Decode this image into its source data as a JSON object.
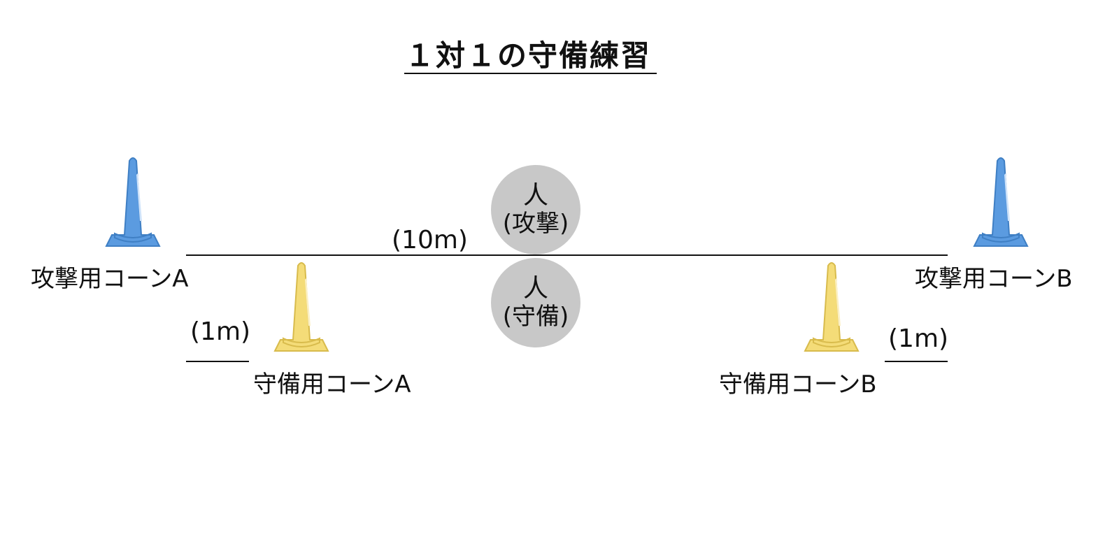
{
  "title": "１対１の守備練習",
  "colors": {
    "attack_cone": "#5b9be0",
    "attack_cone_dark": "#3f7fc4",
    "defense_cone": "#f4dc78",
    "defense_cone_dark": "#d8bb4c",
    "person_circle": "#c8c8c8",
    "line": "#111111"
  },
  "cones": {
    "attack_a": {
      "label": "攻撃用コーンA",
      "icon": "traffic-cone-blue-icon"
    },
    "attack_b": {
      "label": "攻撃用コーンB",
      "icon": "traffic-cone-blue-icon"
    },
    "defense_a": {
      "label": "守備用コーンA",
      "icon": "traffic-cone-yellow-icon"
    },
    "defense_b": {
      "label": "守備用コーンB",
      "icon": "traffic-cone-yellow-icon"
    }
  },
  "persons": {
    "attack": {
      "name": "人",
      "role": "(攻撃)"
    },
    "defense": {
      "name": "人",
      "role": "(守備)"
    }
  },
  "distances": {
    "main": "(10m)",
    "defense_a_offset": "(1m)",
    "defense_b_offset": "(1m)"
  }
}
